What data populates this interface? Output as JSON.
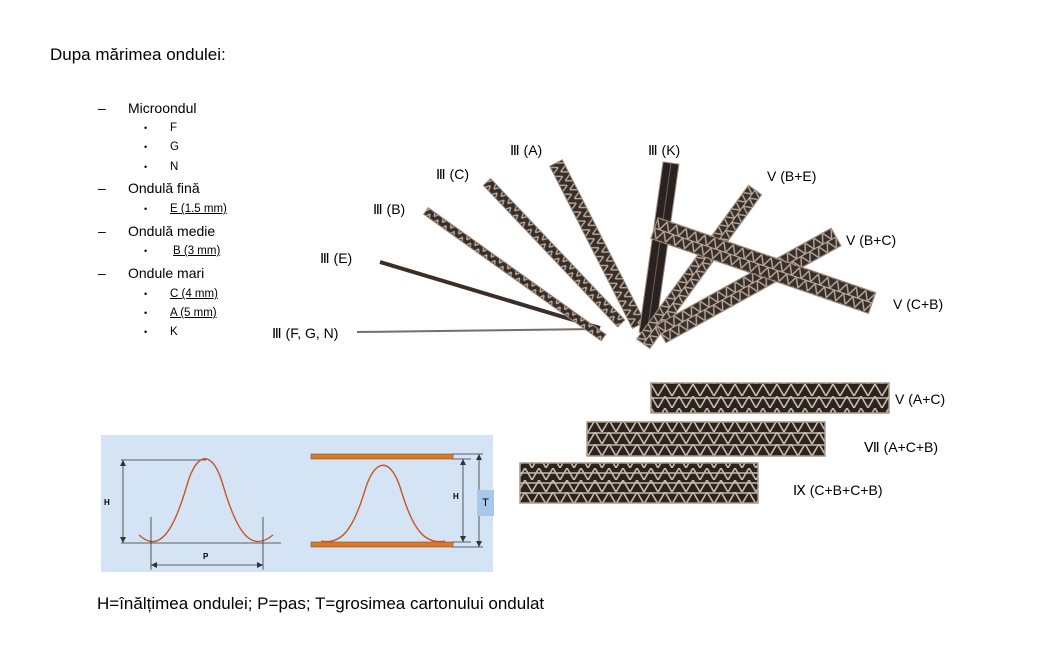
{
  "title": "Dupa mărimea ondulei:",
  "list": [
    {
      "label": "Microondul",
      "items": [
        "F",
        "G",
        "N"
      ]
    },
    {
      "label": "Ondulă fină",
      "items": [
        "E (1.5 mm)"
      ]
    },
    {
      "label": "Ondulă medie",
      "items": [
        "B (3 mm)"
      ]
    },
    {
      "label": "Ondule mari",
      "items": [
        "C (4 mm)",
        "A (5 mm)",
        "K"
      ]
    }
  ],
  "board_labels": {
    "fgn": "Ⅲ (F, G, N)",
    "e": "Ⅲ (E)",
    "b": "Ⅲ (B)",
    "c": "Ⅲ (C)",
    "a": "Ⅲ (A)",
    "k": "Ⅲ (K)",
    "be": "V (B+E)",
    "bc": "V (B+C)",
    "cb": "V (C+B)",
    "ac": "V (A+C)",
    "acb": "Ⅶ (A+C+B)",
    "cbcb": "Ⅸ (C+B+C+B)"
  },
  "diagram": {
    "h_label": "H",
    "p_label": "P",
    "h2_label": "H",
    "t_label": "T"
  },
  "caption": "H=înălțimea ondulei; P=pas; T=grosimea cartonului ondulat",
  "colors": {
    "wave": "#c8552a",
    "board_dark": "#3a2e28",
    "board_light": "#9a8a7e",
    "diagram_bg": "#d4e4f4",
    "t_box": "#a9c7ea"
  }
}
